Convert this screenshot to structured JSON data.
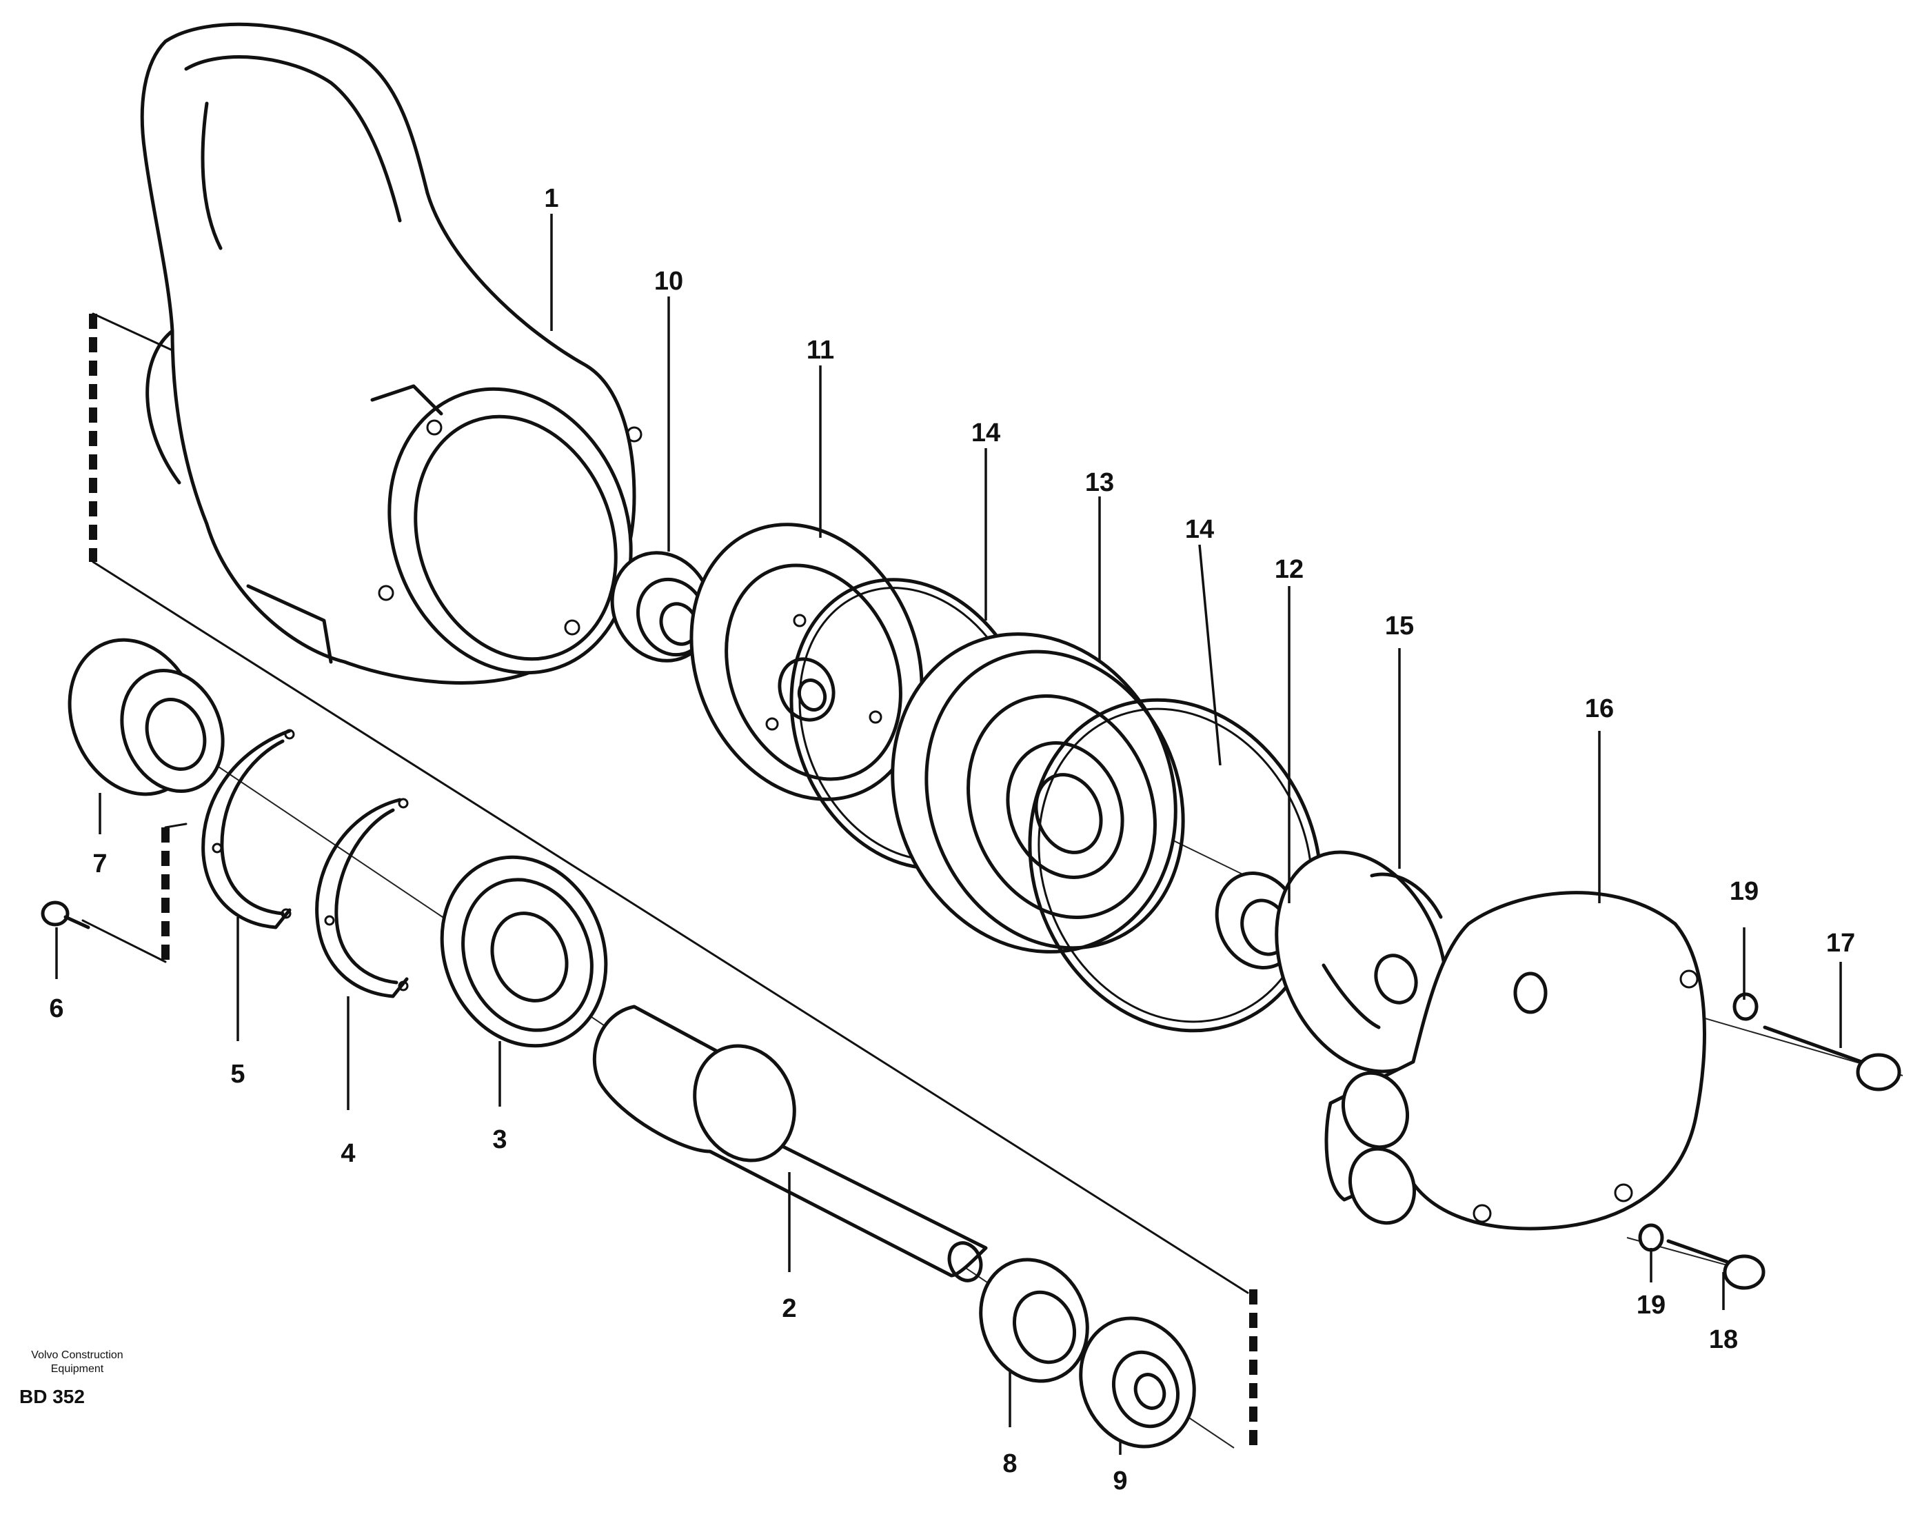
{
  "diagram": {
    "parts": [
      {
        "id": "1",
        "label": "1"
      },
      {
        "id": "2",
        "label": "2"
      },
      {
        "id": "3",
        "label": "3"
      },
      {
        "id": "4",
        "label": "4"
      },
      {
        "id": "5",
        "label": "5"
      },
      {
        "id": "6",
        "label": "6"
      },
      {
        "id": "7",
        "label": "7"
      },
      {
        "id": "8",
        "label": "8"
      },
      {
        "id": "9",
        "label": "9"
      },
      {
        "id": "10",
        "label": "10"
      },
      {
        "id": "11",
        "label": "11"
      },
      {
        "id": "12",
        "label": "12"
      },
      {
        "id": "13",
        "label": "13"
      },
      {
        "id": "14a",
        "label": "14"
      },
      {
        "id": "14b",
        "label": "14"
      },
      {
        "id": "15",
        "label": "15"
      },
      {
        "id": "16",
        "label": "16"
      },
      {
        "id": "17",
        "label": "17"
      },
      {
        "id": "18",
        "label": "18"
      },
      {
        "id": "19a",
        "label": "19"
      },
      {
        "id": "19b",
        "label": "19"
      }
    ],
    "footer": {
      "brand_line1": "Volvo Construction",
      "brand_line2": "Equipment",
      "code": "BD 352"
    }
  }
}
